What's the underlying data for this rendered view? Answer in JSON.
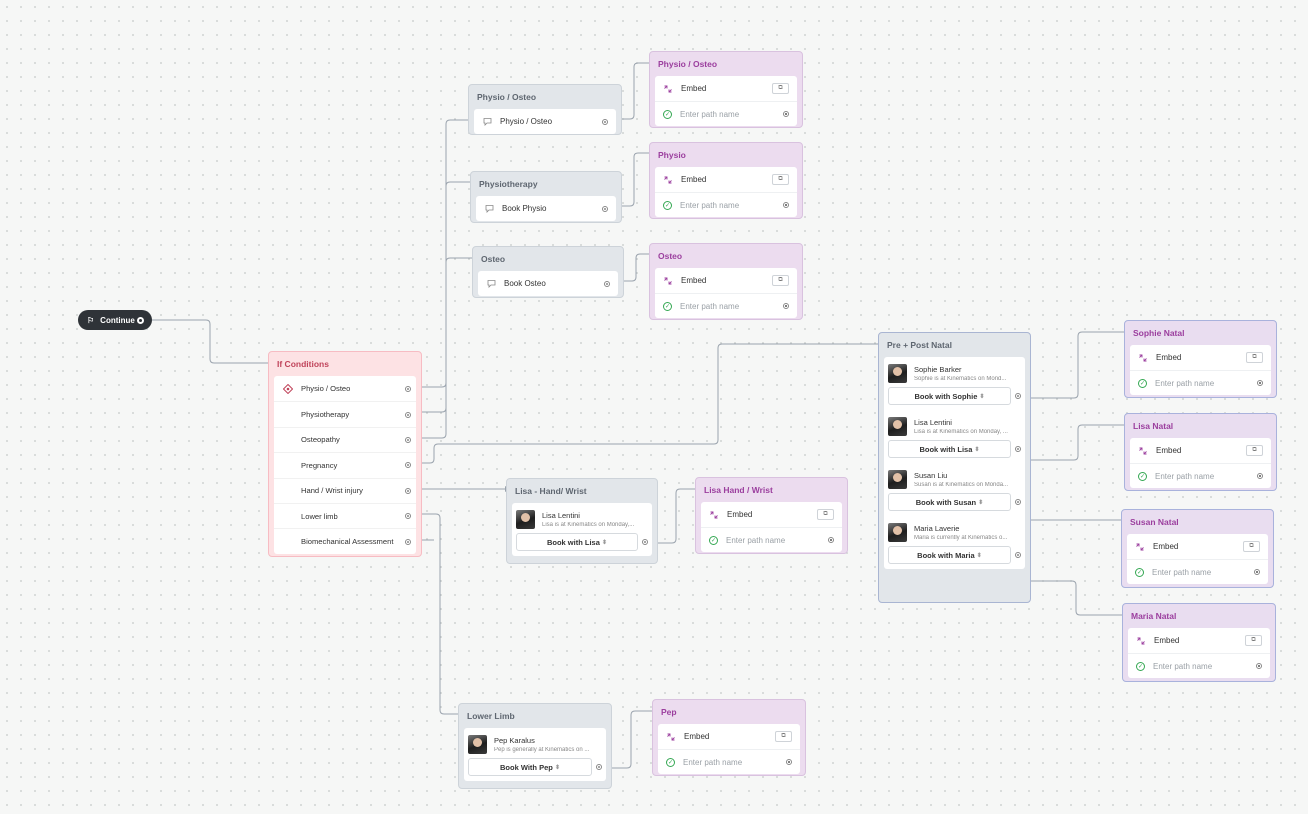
{
  "start": {
    "label": "Continue"
  },
  "conditions": {
    "title": "If Conditions",
    "items": [
      "Physio / Osteo",
      "Physiotherapy",
      "Osteopathy",
      "Pregnancy",
      "Hand / Wrist injury",
      "Lower limb",
      "Biomechanical Assessment"
    ]
  },
  "choice_nodes": [
    {
      "title": "Physio / Osteo",
      "button": "Physio / Osteo"
    },
    {
      "title": "Physiotherapy",
      "button": "Book Physio"
    },
    {
      "title": "Osteo",
      "button": "Book Osteo"
    }
  ],
  "embed_nodes": {
    "physio_osteo": {
      "title": "Physio / Osteo",
      "embed": "Embed",
      "path_placeholder": "Enter path name"
    },
    "physio": {
      "title": "Physio",
      "embed": "Embed",
      "path_placeholder": "Enter path name"
    },
    "osteo": {
      "title": "Osteo",
      "embed": "Embed",
      "path_placeholder": "Enter path name"
    },
    "lisa_hand": {
      "title": "Lisa Hand / Wrist",
      "embed": "Embed",
      "path_placeholder": "Enter path name"
    },
    "pep": {
      "title": "Pep",
      "embed": "Embed",
      "path_placeholder": "Enter path name"
    },
    "sophie_natal": {
      "title": "Sophie Natal",
      "embed": "Embed",
      "path_placeholder": "Enter path name"
    },
    "lisa_natal": {
      "title": "Lisa Natal",
      "embed": "Embed",
      "path_placeholder": "Enter path name"
    },
    "susan_natal": {
      "title": "Susan Natal",
      "embed": "Embed",
      "path_placeholder": "Enter path name"
    },
    "maria_natal": {
      "title": "Maria Natal",
      "embed": "Embed",
      "path_placeholder": "Enter path name"
    }
  },
  "hand_wrist": {
    "title": "Lisa - Hand/ Wrist",
    "person": {
      "name": "Lisa Lentini",
      "desc": "Lisa is at Kinematics on Monday,...",
      "button": "Book with Lisa"
    }
  },
  "lower_limb": {
    "title": "Lower Limb",
    "person": {
      "name": "Pep Karalus",
      "desc": "Pep is generally at Kinematics on ...",
      "button": "Book With Pep"
    }
  },
  "natal": {
    "title": "Pre + Post Natal",
    "people": [
      {
        "name": "Sophie Barker",
        "desc": "Sophie is at Kinematics on Mond...",
        "button": "Book with Sophie"
      },
      {
        "name": "Lisa Lentini",
        "desc": "Lisa is at Kinematics on Monday, ...",
        "button": "Book with Lisa"
      },
      {
        "name": "Susan Liu",
        "desc": "Susan is at Kinematics on Monda...",
        "button": "Book with Susan"
      },
      {
        "name": "Maria Laverie",
        "desc": "Maria is currently at Kinematics o...",
        "button": "Book with Maria"
      }
    ]
  },
  "colors": {
    "wire": "#9aa3ad",
    "condition_accent": "#c0435a",
    "embed_accent": "#9b3e9e",
    "success": "#35a853"
  },
  "icons": {
    "button": "speech-bubble-icon",
    "embed": "embed-icon",
    "condition": "condition-diamond-icon",
    "path": "check-circle-icon"
  }
}
